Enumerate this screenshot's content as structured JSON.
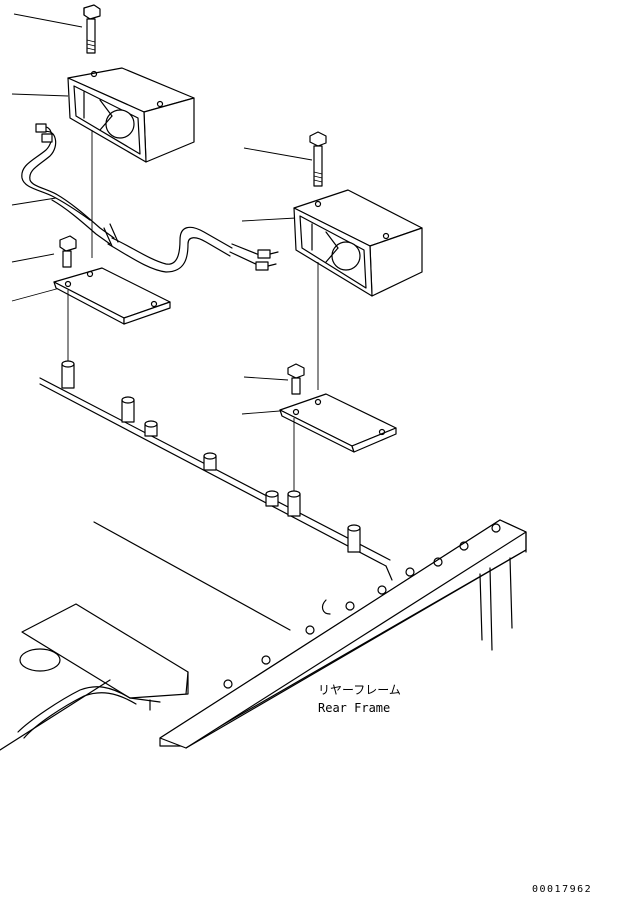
{
  "labels": {
    "rear_frame_jp": "リヤーフレーム",
    "rear_frame_en": "Rear Frame"
  },
  "drawing_code": "00017962"
}
